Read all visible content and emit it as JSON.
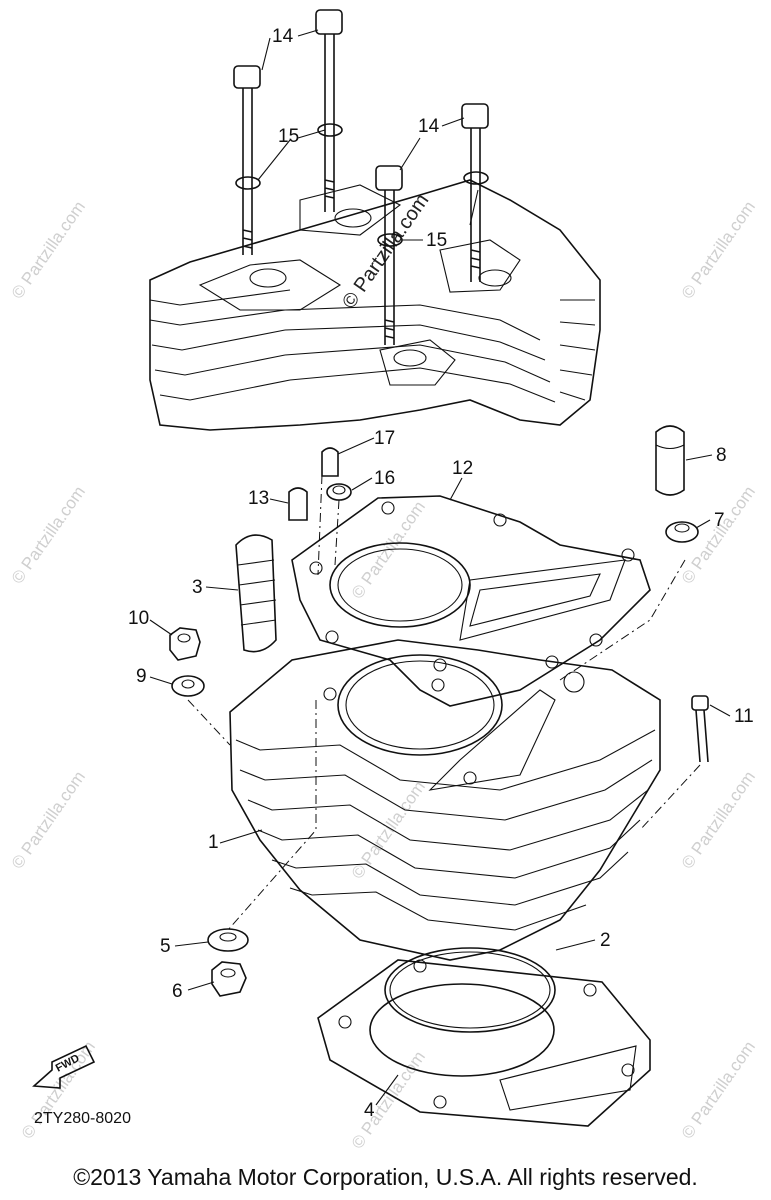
{
  "diagram": {
    "callouts": [
      "1",
      "2",
      "3",
      "4",
      "5",
      "6",
      "7",
      "8",
      "9",
      "10",
      "11",
      "12",
      "13",
      "14",
      "15",
      "16",
      "17"
    ],
    "callout_repeats": {
      "label_14": "14",
      "label_15": "15"
    },
    "diagram_code": "2TY280-8020",
    "fwd_label": "FWD",
    "watermark": "© Partzilla.com",
    "copyright": "©2013 Yamaha Motor Corporation, U.S.A. All rights reserved."
  }
}
